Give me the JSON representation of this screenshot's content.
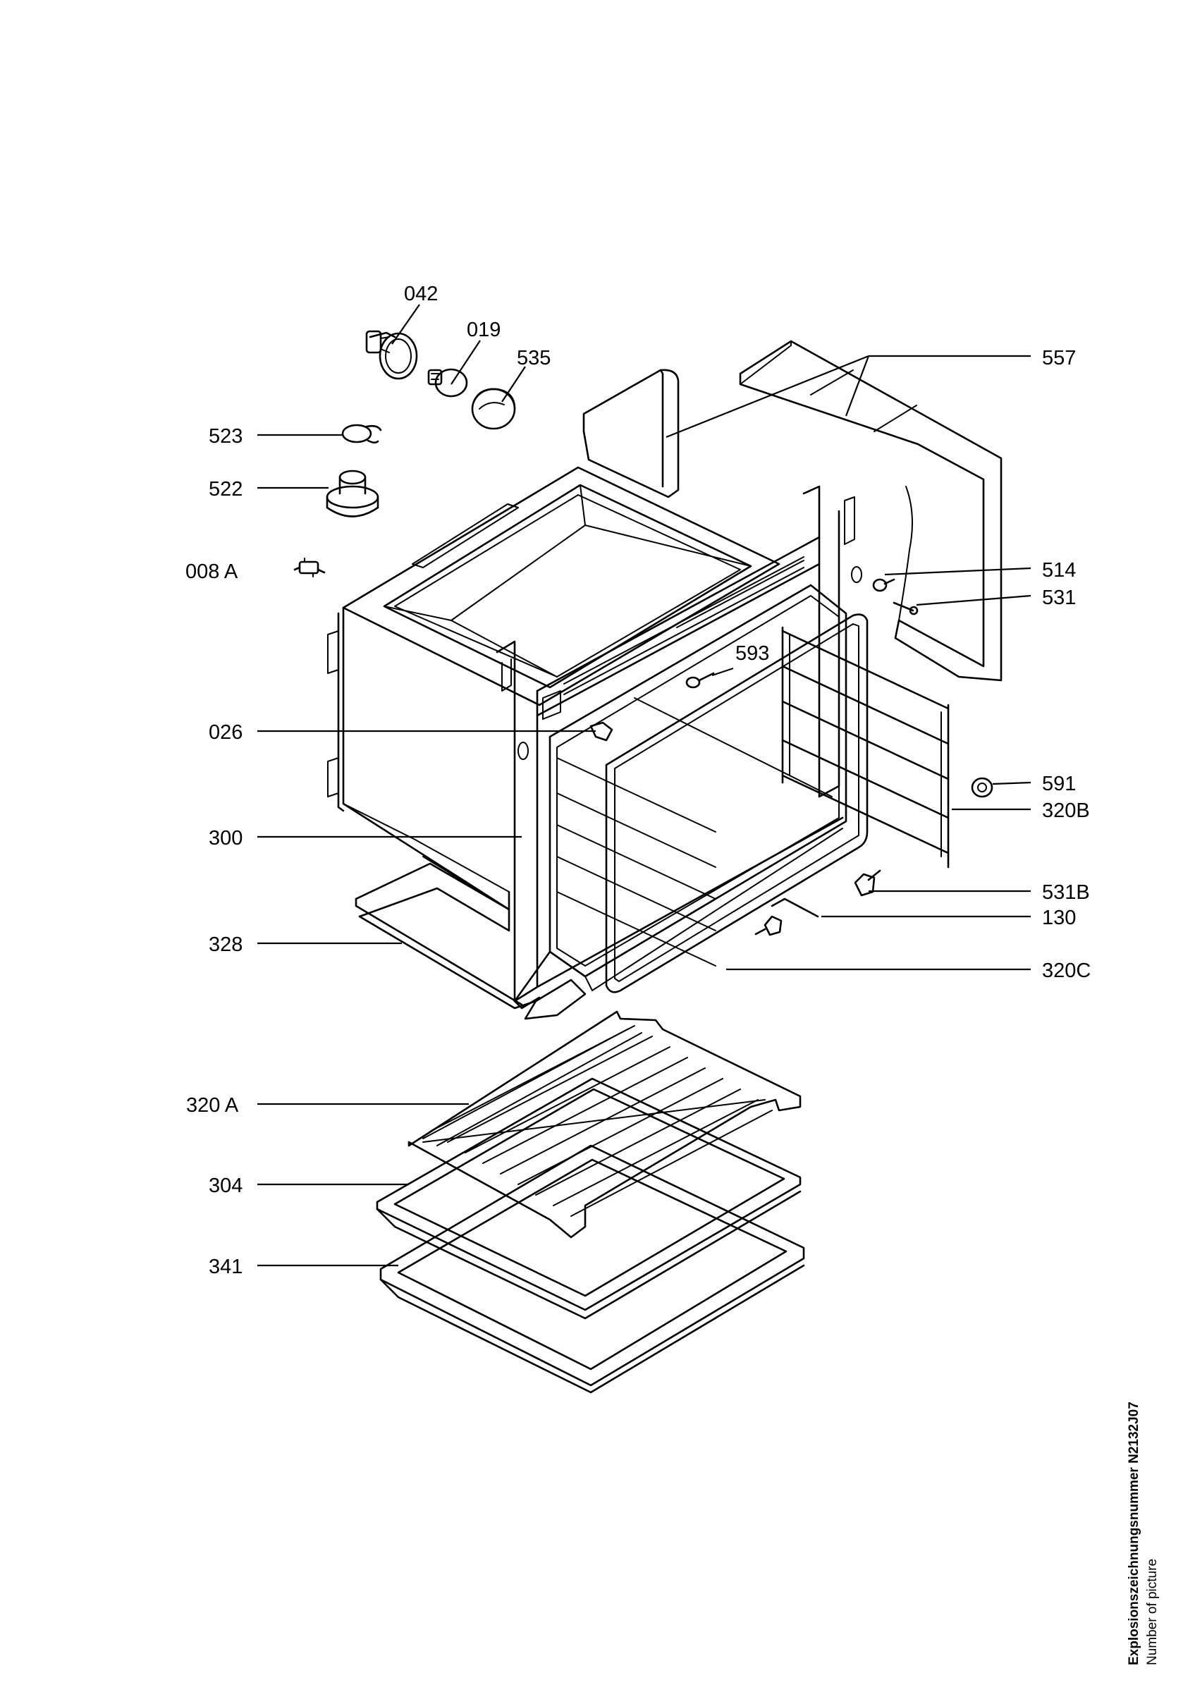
{
  "labels": {
    "p042": "042",
    "p019": "019",
    "p535": "535",
    "p557": "557",
    "p523": "523",
    "p522": "522",
    "p008a": "008 A",
    "p514": "514",
    "p531": "531",
    "p593": "593",
    "p026": "026",
    "p591": "591",
    "p320b": "320B",
    "p300": "300",
    "p531b": "531B",
    "p130": "130",
    "p328": "328",
    "p320c": "320C",
    "p320a": "320 A",
    "p304": "304",
    "p341": "341"
  },
  "footer": {
    "drawing_number": "Explosionszeichnungsnummer N2132J07",
    "caption": "Number of picture"
  }
}
